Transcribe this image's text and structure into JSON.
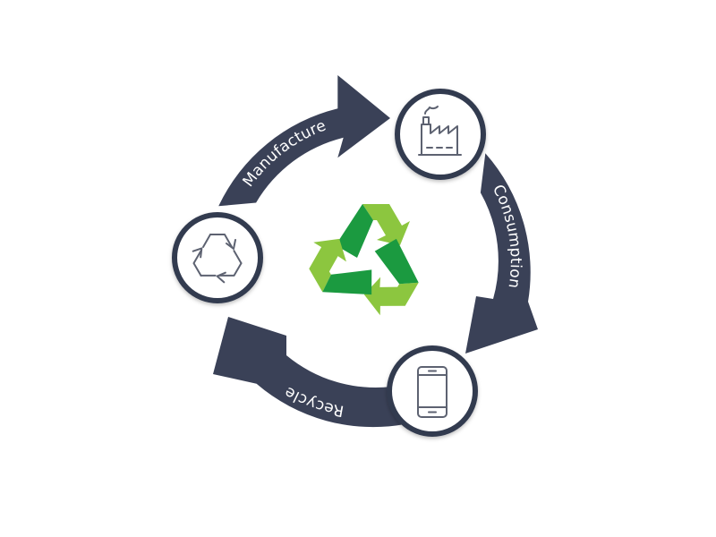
{
  "diagram": {
    "stages": [
      {
        "key": "manufacture",
        "label": "Manufacture",
        "icon": "factory-icon"
      },
      {
        "key": "consumption",
        "label": "Consumption",
        "icon": "smartphone-icon"
      },
      {
        "key": "recycle",
        "label": "Recycle",
        "icon": "recycle-outline-icon"
      }
    ],
    "center_icon": "recycle-symbol-icon"
  },
  "colors": {
    "arrow": "#3a4157",
    "label_text": "#ffffff",
    "circle_fill": "#ffffff",
    "circle_border": "#333a4f",
    "icon_stroke": "#5d6271",
    "green_dark": "#1b9a40",
    "green_light": "#8cc63f"
  }
}
